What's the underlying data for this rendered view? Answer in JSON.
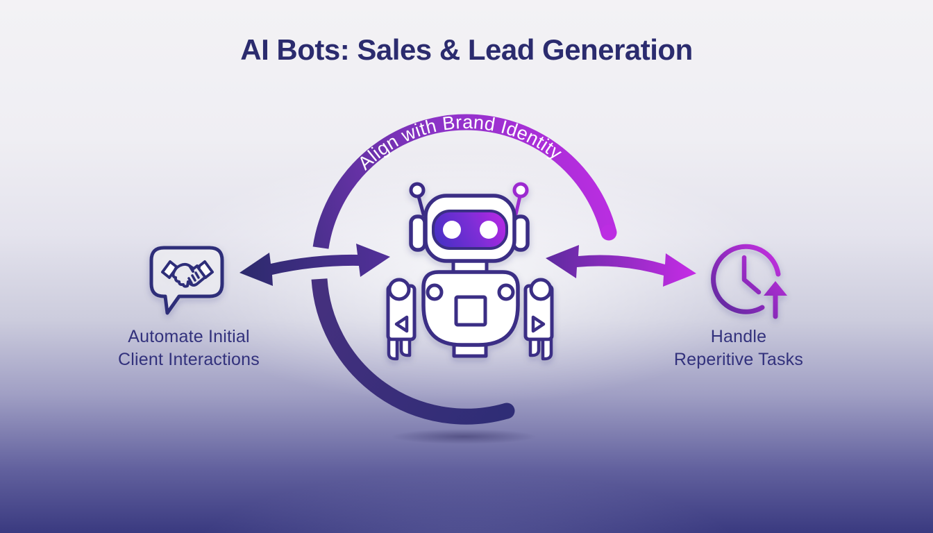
{
  "title": {
    "text": "AI Bots: Sales & Lead Generation",
    "color": "#2b2b6e"
  },
  "arc": {
    "label": "Align with Brand Identity",
    "label_color": "#ffffff",
    "gradient": [
      "#47308a",
      "#8a33c6",
      "#bc2de2"
    ],
    "bottom_gradient": [
      "#46307f",
      "#2f2d76"
    ]
  },
  "nodes": {
    "left": {
      "line1": "Automate Initial",
      "line2": "Client Interactions",
      "icon": "handshake-speech-bubble"
    },
    "center": {
      "icon": "robot-mascot"
    },
    "right": {
      "line1": "Handle",
      "line2": "Reperitive Tasks",
      "icon": "clock-up-arrow"
    }
  },
  "colors": {
    "outline": "#3a2f85",
    "bubble_outline": "#2f2d79",
    "label_text": "#32317c",
    "visor_gradient": [
      "#4130c2",
      "#7b2ed6",
      "#c027e6"
    ],
    "arrow_left_gradient": [
      "#2c2a6c",
      "#53309a"
    ],
    "arrow_right_gradient": [
      "#5e2b9f",
      "#c62ce6"
    ],
    "clock_gradient": [
      "#5a2a9b",
      "#c92ee3"
    ],
    "background_top": "#f3f2f5",
    "background_bottom": "#3a3a80"
  }
}
